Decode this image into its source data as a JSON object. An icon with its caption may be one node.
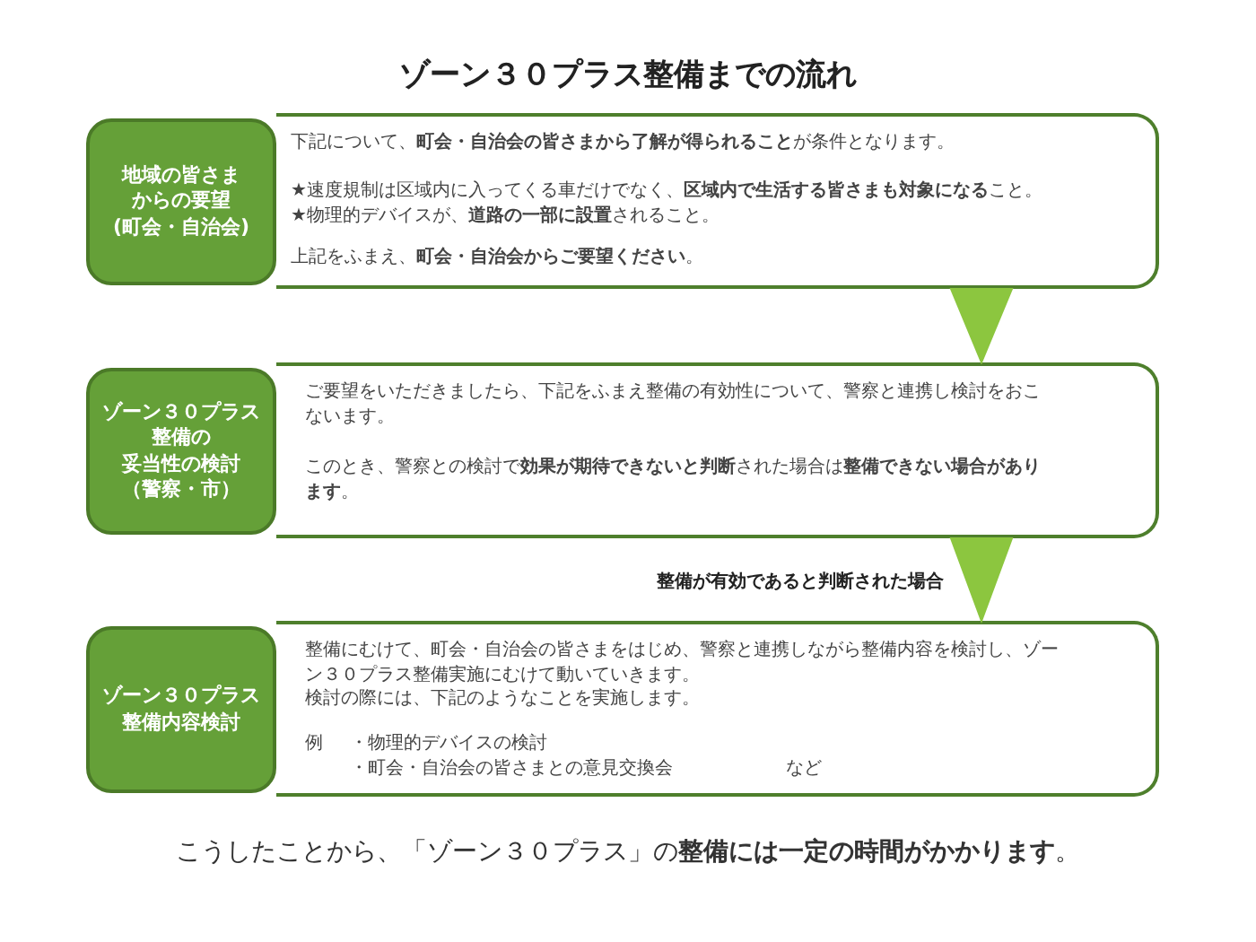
{
  "diagram": {
    "title": "ゾーン３０プラス整備までの流れ",
    "nodes": [
      {
        "text": [
          "地域の皆さま",
          "からの要望",
          "(町会・自治会)"
        ]
      },
      {
        "text": [
          "下記について、**町会・自治会の皆さまから了解が得られること**が条件となります。",
          "★速度規制は区域内に入ってくる車だけでなく、**区域内で生活する皆さまも対象になる**こと。",
          "★物理的デバイスが、**道路の一部に設置**されること。",
          "上記をふまえ、**町会・自治会からご要望ください**。"
        ]
      },
      {
        "text": [
          "ゾーン３０プラス",
          "整備の",
          "妥当性の検討",
          "（警察・市）"
        ]
      },
      {
        "text": [
          "ご要望をいただきましたら、下記をふまえ整備の有効性について、警察と連携し検討をおこないます。",
          "このとき、警察との検討で**効果が期待できないと判断**された場合は**整備できない場合があります**。"
        ]
      },
      {
        "text": [
          "ゾーン３０プラス",
          "整備内容検討"
        ]
      },
      {
        "text": [
          "整備にむけて、町会・自治会の皆さまをはじめ、警察と連携しながら整備内容を検討し、ゾーン３０プラス整備実施にむけて動いていきます。",
          "検討の際には、下記のようなことを実施します。",
          "例",
          "・物理的デバイスの検討",
          "・町会・自治会の皆さまとの意見交換会",
          "など"
        ]
      }
    ],
    "edges": [
      {
        "from": 1,
        "to": 3,
        "arrow": "to"
      },
      {
        "from": 3,
        "to": 5,
        "arrow": "to",
        "label": "整備が有効であると判断された場合"
      }
    ],
    "caption": "こうしたことから、「ゾーン３０プラス」の**整備には一定の時間がかかります**。"
  }
}
